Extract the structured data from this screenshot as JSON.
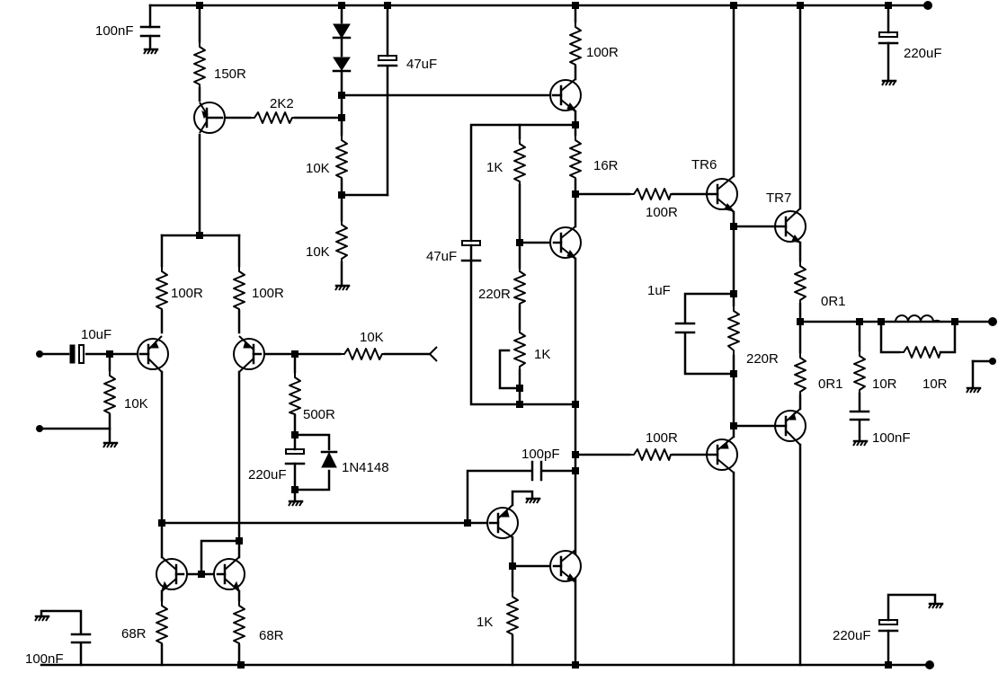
{
  "schematic": {
    "capacitors": {
      "c_supply_top_left": "100nF",
      "c_bias_bypass": "47uF",
      "c_supply_top_right": "220uF",
      "c_vbe_bypass": "47uF",
      "c_input": "10uF",
      "c_feedback": "220uF",
      "c_compensation": "100pF",
      "c_bias_output": "1uF",
      "c_zobel": "100nF",
      "c_supply_bottom_left": "100nF",
      "c_supply_bottom_right": "220uF"
    },
    "resistors": {
      "r_ccs_emitter": "150R",
      "r_ccs_base": "2K2",
      "r_ref_upper": "10K",
      "r_ref_lower": "10K",
      "r_driver_top": "100R",
      "r_driver_collector": "16R",
      "r_vbe_upper": "1K",
      "r_vbe_lower": "220R",
      "r_vbe_trim": "1K",
      "r_diff_left": "100R",
      "r_diff_right": "100R",
      "r_input_bias": "10K",
      "r_feedback": "10K",
      "r_feedback_shunt": "500R",
      "r_base_upper": "100R",
      "r_base_lower": "100R",
      "r_output_bias": "220R",
      "r_emitter_upper": "0R1",
      "r_emitter_lower": "0R1",
      "r_zobel": "10R",
      "r_inductor_parallel": "10R",
      "r_mirror_left": "68R",
      "r_mirror_right": "68R",
      "r_vas_emitter": "1K"
    },
    "diodes": {
      "d_clamp": "1N4148"
    },
    "transistors": {
      "tr6": "TR6",
      "tr7": "TR7"
    }
  }
}
